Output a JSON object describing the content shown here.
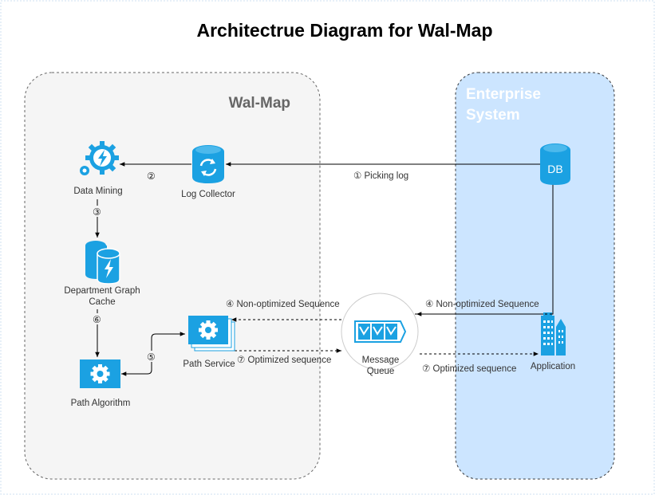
{
  "title": "Architectrue Diagram for Wal-Map",
  "groups": {
    "walmap": {
      "label": "Wal-Map"
    },
    "enterprise": {
      "label_line1": "Enterprise",
      "label_line2": "System"
    }
  },
  "nodes": {
    "data_mining": {
      "label": "Data Mining"
    },
    "log_collector": {
      "label": "Log Collector"
    },
    "db": {
      "label": "DB"
    },
    "dept_graph_cache": {
      "label_line1": "Department Graph",
      "label_line2": "Cache"
    },
    "path_service": {
      "label": "Path Service"
    },
    "path_algorithm": {
      "label": "Path Algorithm"
    },
    "message_queue": {
      "label_line1": "Message",
      "label_line2": "Queue"
    },
    "application": {
      "label": "Application"
    }
  },
  "edges": {
    "picking_log": {
      "label": "① Picking log"
    },
    "step2": {
      "label": "②"
    },
    "step3": {
      "label": "③"
    },
    "step6": {
      "label": "⑥"
    },
    "step5": {
      "label": "⑤"
    },
    "nonopt_left": {
      "label": "④ Non-optimized Sequence"
    },
    "nonopt_right": {
      "label": "④ Non-optimized Sequence"
    },
    "opt_left": {
      "label": "⑦ Optimized sequence"
    },
    "opt_right": {
      "label": "⑦ Optimized sequence"
    }
  },
  "colors": {
    "walmap_fill": "#f5f5f5",
    "enterprise_fill": "#cce5ff",
    "enterprise_text": "#ffffff",
    "walmap_text": "#666666",
    "icon_blue": "#1ba1e2",
    "line": "#000000"
  },
  "icons": {
    "data_mining": "gear-lightning-icon",
    "log_collector": "refresh-cylinder-icon",
    "db": "database-icon",
    "cache": "cache-lightning-icon",
    "path_service": "gear-stack-icon",
    "path_algorithm": "gear-icon",
    "message_queue": "queue-icon",
    "application": "building-icon"
  }
}
